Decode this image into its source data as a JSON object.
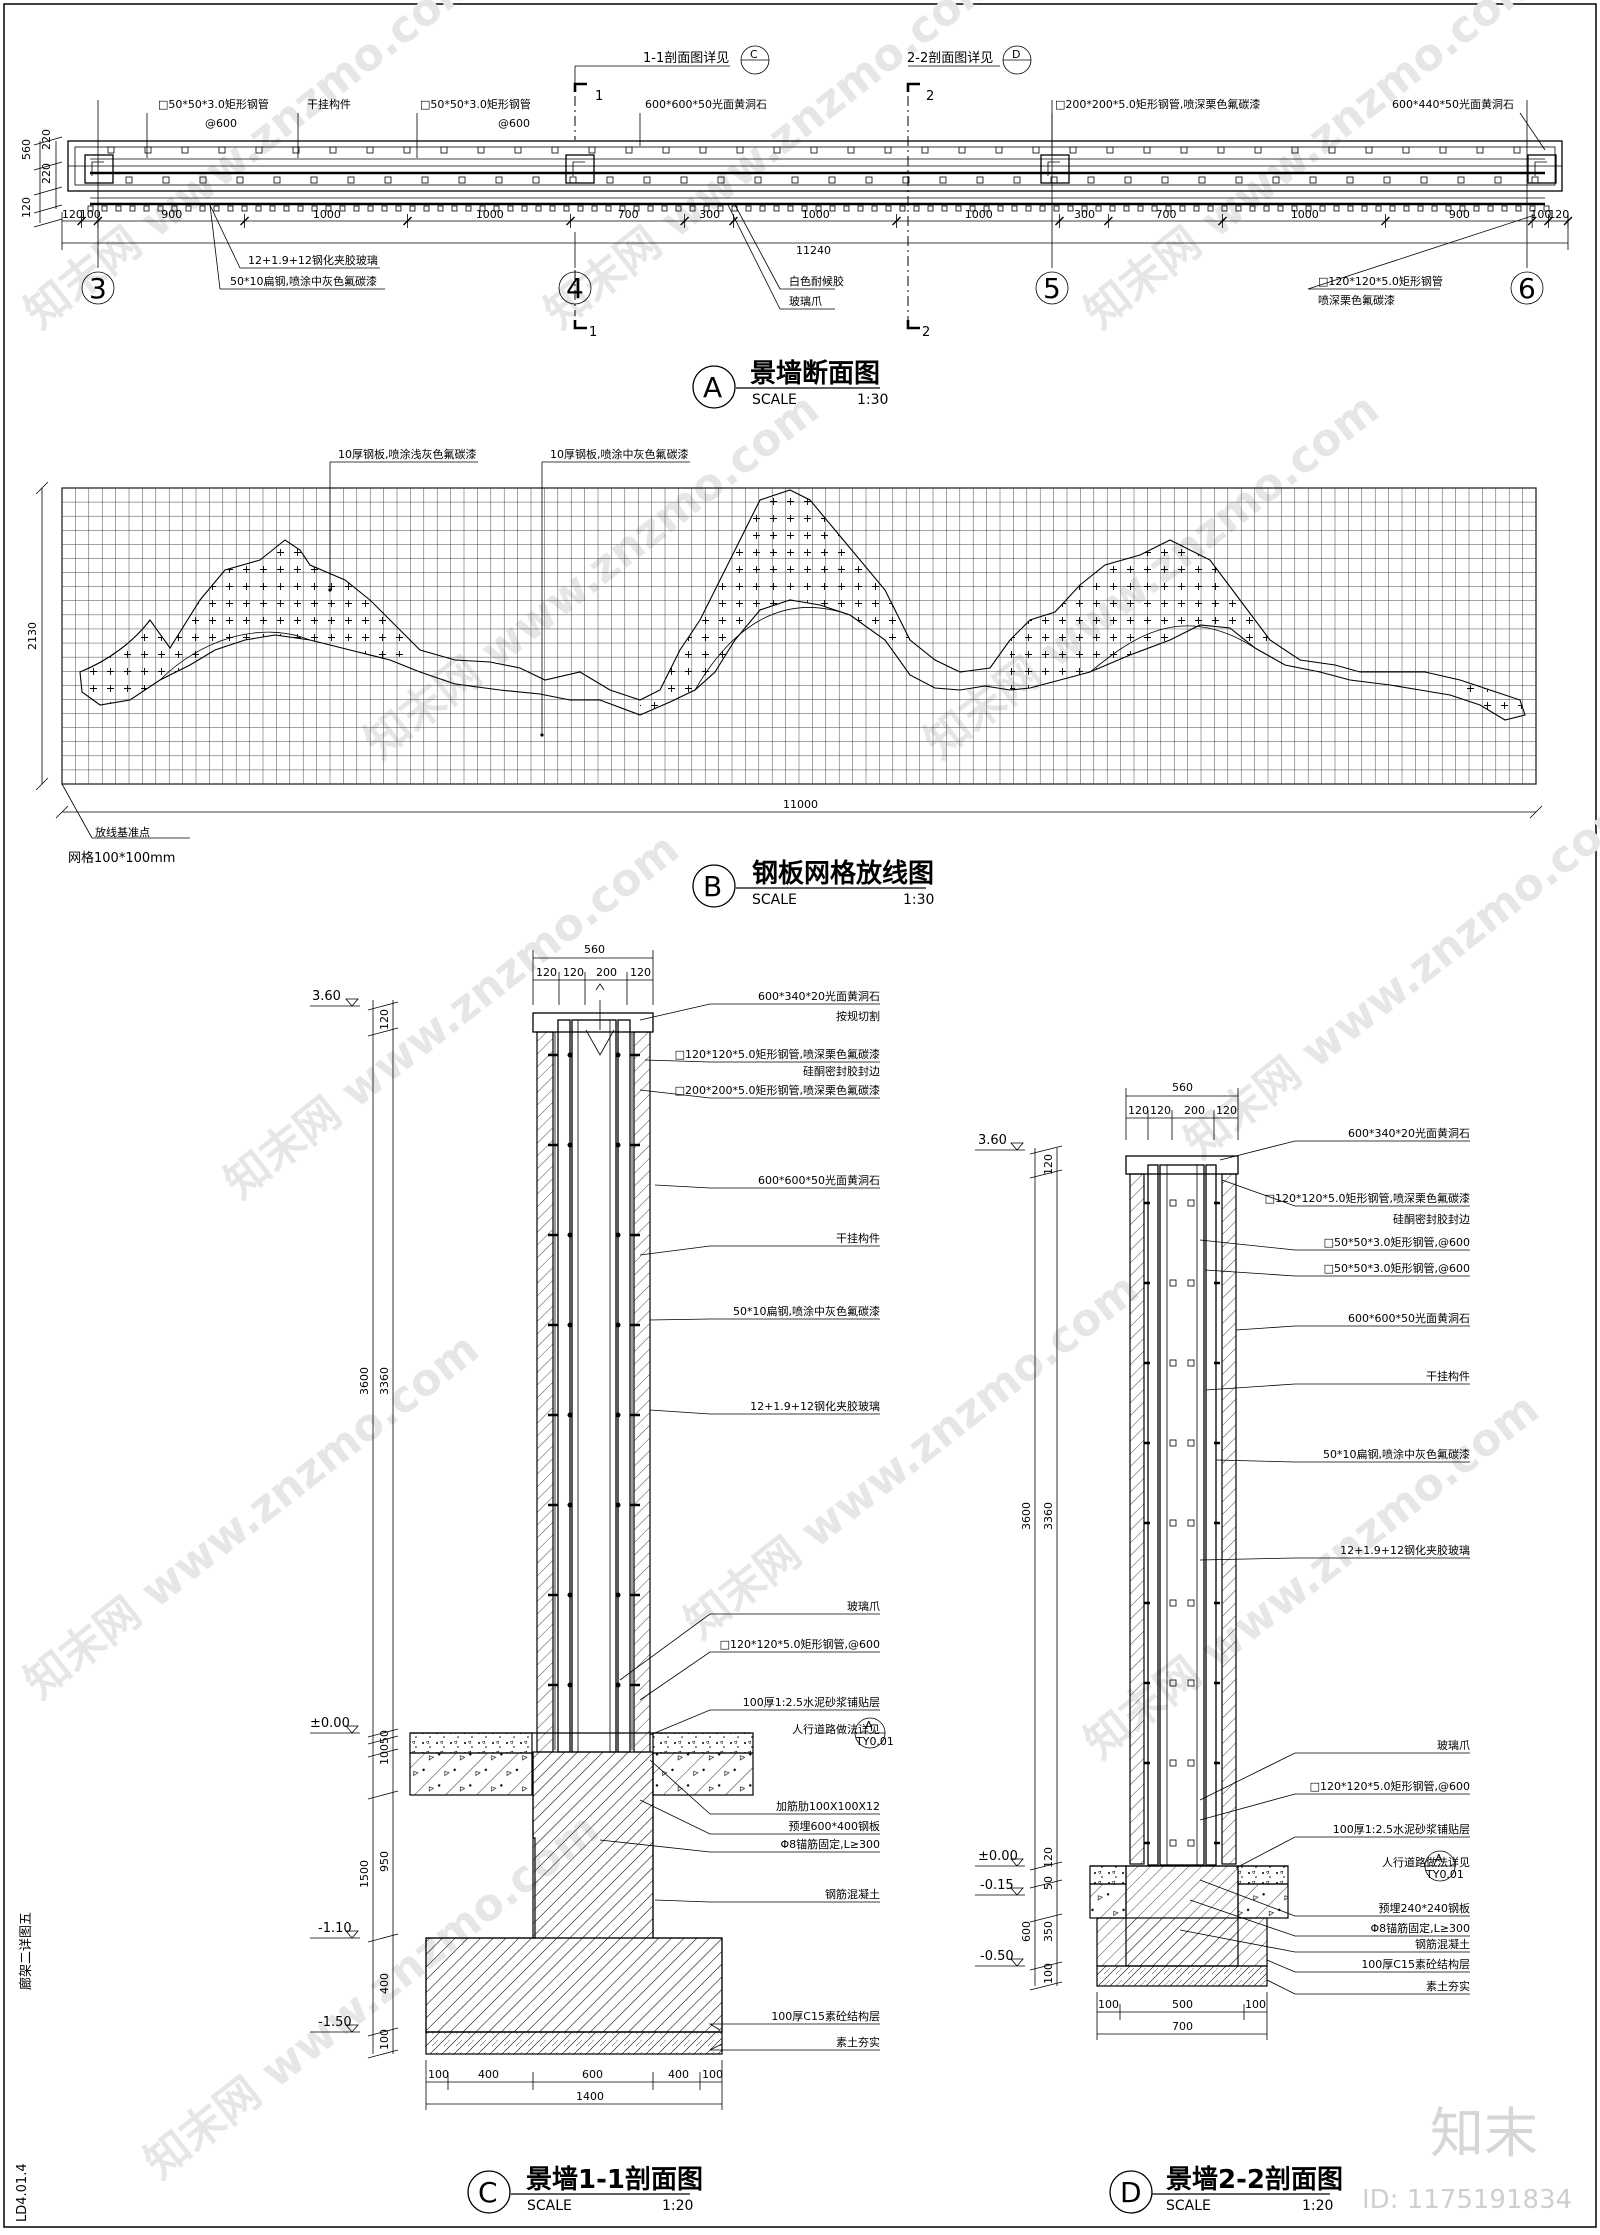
{
  "drawings": {
    "a": {
      "title": "景墙断面图",
      "marker": "A",
      "scale_label": "SCALE",
      "scale_value": "1:30",
      "grid_axes": [
        "3",
        "4",
        "5",
        "6"
      ],
      "section_marks": [
        "1",
        "1",
        "2",
        "2"
      ],
      "callouts_top": [
        "1-1剖面图详见",
        "2-2剖面图详见",
        "C",
        "D"
      ],
      "labels_top": [
        "□50*50*3.0矩形钢管",
        "@600",
        "干挂构件",
        "□50*50*3.0矩形钢管",
        "@600",
        "600*600*50光面黄洞石",
        "□200*200*5.0矩形钢管,喷深栗色氟碳漆",
        "600*440*50光面黄洞石"
      ],
      "labels_bottom": [
        "12+1.9+12钢化夹胶玻璃",
        "50*10扁钢,喷涂中灰色氟碳漆",
        "白色耐候胶",
        "玻璃爪",
        "□120*120*5.0矩形钢管",
        "喷深栗色氟碳漆"
      ],
      "dims_left": [
        "560",
        "220",
        "220",
        "120"
      ],
      "dims_bottom": [
        "120",
        "100",
        "900",
        "1000",
        "1000",
        "700",
        "300",
        "1000",
        "1000",
        "300",
        "700",
        "1000",
        "900",
        "100",
        "120"
      ],
      "dim_total": "11240"
    },
    "b": {
      "title": "钢板网格放线图",
      "marker": "B",
      "scale_label": "SCALE",
      "scale_value": "1:30",
      "labels": [
        "10厚钢板,喷涂浅灰色氟碳漆",
        "10厚钢板,喷涂中灰色氟碳漆",
        "放线基准点",
        "网格100*100mm"
      ],
      "dim_height": "2130",
      "dim_width": "11000"
    },
    "c": {
      "title": "景墙1-1剖面图",
      "marker": "C",
      "scale_label": "SCALE",
      "scale_value": "1:20",
      "top_dims": [
        "560",
        "120",
        "120",
        "200",
        "120"
      ],
      "elevations": [
        "3.60",
        "±0.00",
        "-1.10",
        "-1.50"
      ],
      "dims_left": [
        "120",
        "3360",
        "3600",
        "50",
        "100",
        "950",
        "1500",
        "400",
        "100"
      ],
      "bottom_dims": [
        "100",
        "400",
        "600",
        "400",
        "100",
        "1400"
      ],
      "labels": [
        "600*340*20光面黄洞石",
        "按规切割",
        "□120*120*5.0矩形钢管,喷深栗色氟碳漆",
        "硅酮密封胶封边",
        "□200*200*5.0矩形钢管,喷深栗色氟碳漆",
        "600*600*50光面黄洞石",
        "干挂构件",
        "50*10扁钢,喷涂中灰色氟碳漆",
        "12+1.9+12钢化夹胶玻璃",
        "玻璃爪",
        "□120*120*5.0矩形钢管,@600",
        "100厚1:2.5水泥砂浆铺贴层",
        "人行道路做法详见",
        "加筋肋100X100X12",
        "预埋600*400钢板",
        "Φ8锚筋固定,L≥300",
        "钢筋混凝土",
        "100厚C15素砼结构层",
        "素土夯实"
      ],
      "ref_marker": "A",
      "ref_sheet": "TY0.01"
    },
    "d": {
      "title": "景墙2-2剖面图",
      "marker": "D",
      "scale_label": "SCALE",
      "scale_value": "1:20",
      "top_dims": [
        "560",
        "120",
        "120",
        "200",
        "120"
      ],
      "elevations": [
        "3.60",
        "±0.00",
        "-0.15",
        "-0.50"
      ],
      "dims_left": [
        "120",
        "3360",
        "3600",
        "120",
        "50",
        "350",
        "600",
        "100"
      ],
      "bottom_dims": [
        "100",
        "500",
        "100",
        "700"
      ],
      "labels": [
        "600*340*20光面黄洞石",
        "□120*120*5.0矩形钢管,喷深栗色氟碳漆",
        "硅酮密封胶封边",
        "□50*50*3.0矩形钢管,@600",
        "□50*50*3.0矩形钢管,@600",
        "600*600*50光面黄洞石",
        "干挂构件",
        "50*10扁钢,喷涂中灰色氟碳漆",
        "12+1.9+12钢化夹胶玻璃",
        "玻璃爪",
        "□120*120*5.0矩形钢管,@600",
        "100厚1:2.5水泥砂浆铺贴层",
        "人行道路做法详见",
        "预埋240*240钢板",
        "Φ8锚筋固定,L≥300",
        "钢筋混凝土",
        "100厚C15素砼结构层",
        "素土夯实"
      ],
      "ref_marker": "A",
      "ref_sheet": "TY0.01"
    }
  },
  "sheet": {
    "side_label": "廊架二详图五",
    "sheet_number": "LD4.01.4",
    "logo": "知末",
    "id_text": "ID: 1175191834"
  }
}
